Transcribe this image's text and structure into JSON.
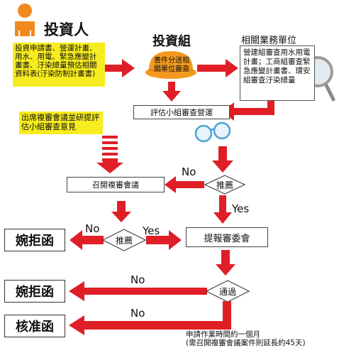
{
  "investor": {
    "title": "投資人",
    "documents": "投資申請書、營運計畫、用水、用電、緊急應變計畫書、汙染總量預估相關資料表(汙染防制計畫書)"
  },
  "investment_group": {
    "title": "投資組",
    "task": "書件分送相關單位審查"
  },
  "related_units": {
    "title": "相關業務單位",
    "review": "營建組審查用水用電計畫；工商組審查緊急應變計畫書、環安組審查汙染總量"
  },
  "nodes": {
    "evaluation_review": "評估小組審查營運",
    "attend_meeting": "出席複審會議並研提評估小組審查意見",
    "convene_meeting": "召開複審會議",
    "recommend": "推薦",
    "report_committee": "提報審委會",
    "pass": "通過",
    "reject": "婉拒函",
    "approve": "核准函"
  },
  "labels": {
    "yes": "Yes",
    "no": "No"
  },
  "note": {
    "line1": "申請作業時間約一個月",
    "line2": "(需召開複審會議案件則延長約45天)"
  },
  "colors": {
    "arrow": "#e01e26",
    "highlight": "#f7ec1f",
    "person": "#f08a1d",
    "hardhat": "#f39a1e"
  }
}
